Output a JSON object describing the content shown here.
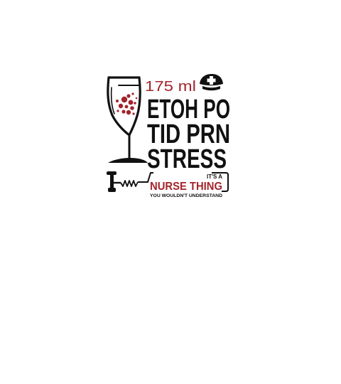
{
  "design": {
    "volume": "175 ml",
    "line1": "ETOH PO",
    "line2": "TID PRN",
    "line3": "STRESS",
    "prefix": "IT'S A",
    "highlight": "NURSE THING",
    "tagline": "YOU WOULDN'T UNDERSTAND"
  },
  "colors": {
    "wine_red": "#a3242b",
    "ink": "#111111",
    "background": "#ffffff"
  },
  "icons": {
    "glass": "wine-glass-icon",
    "cap": "nurse-cap-icon",
    "corkscrew": "corkscrew-icon"
  }
}
